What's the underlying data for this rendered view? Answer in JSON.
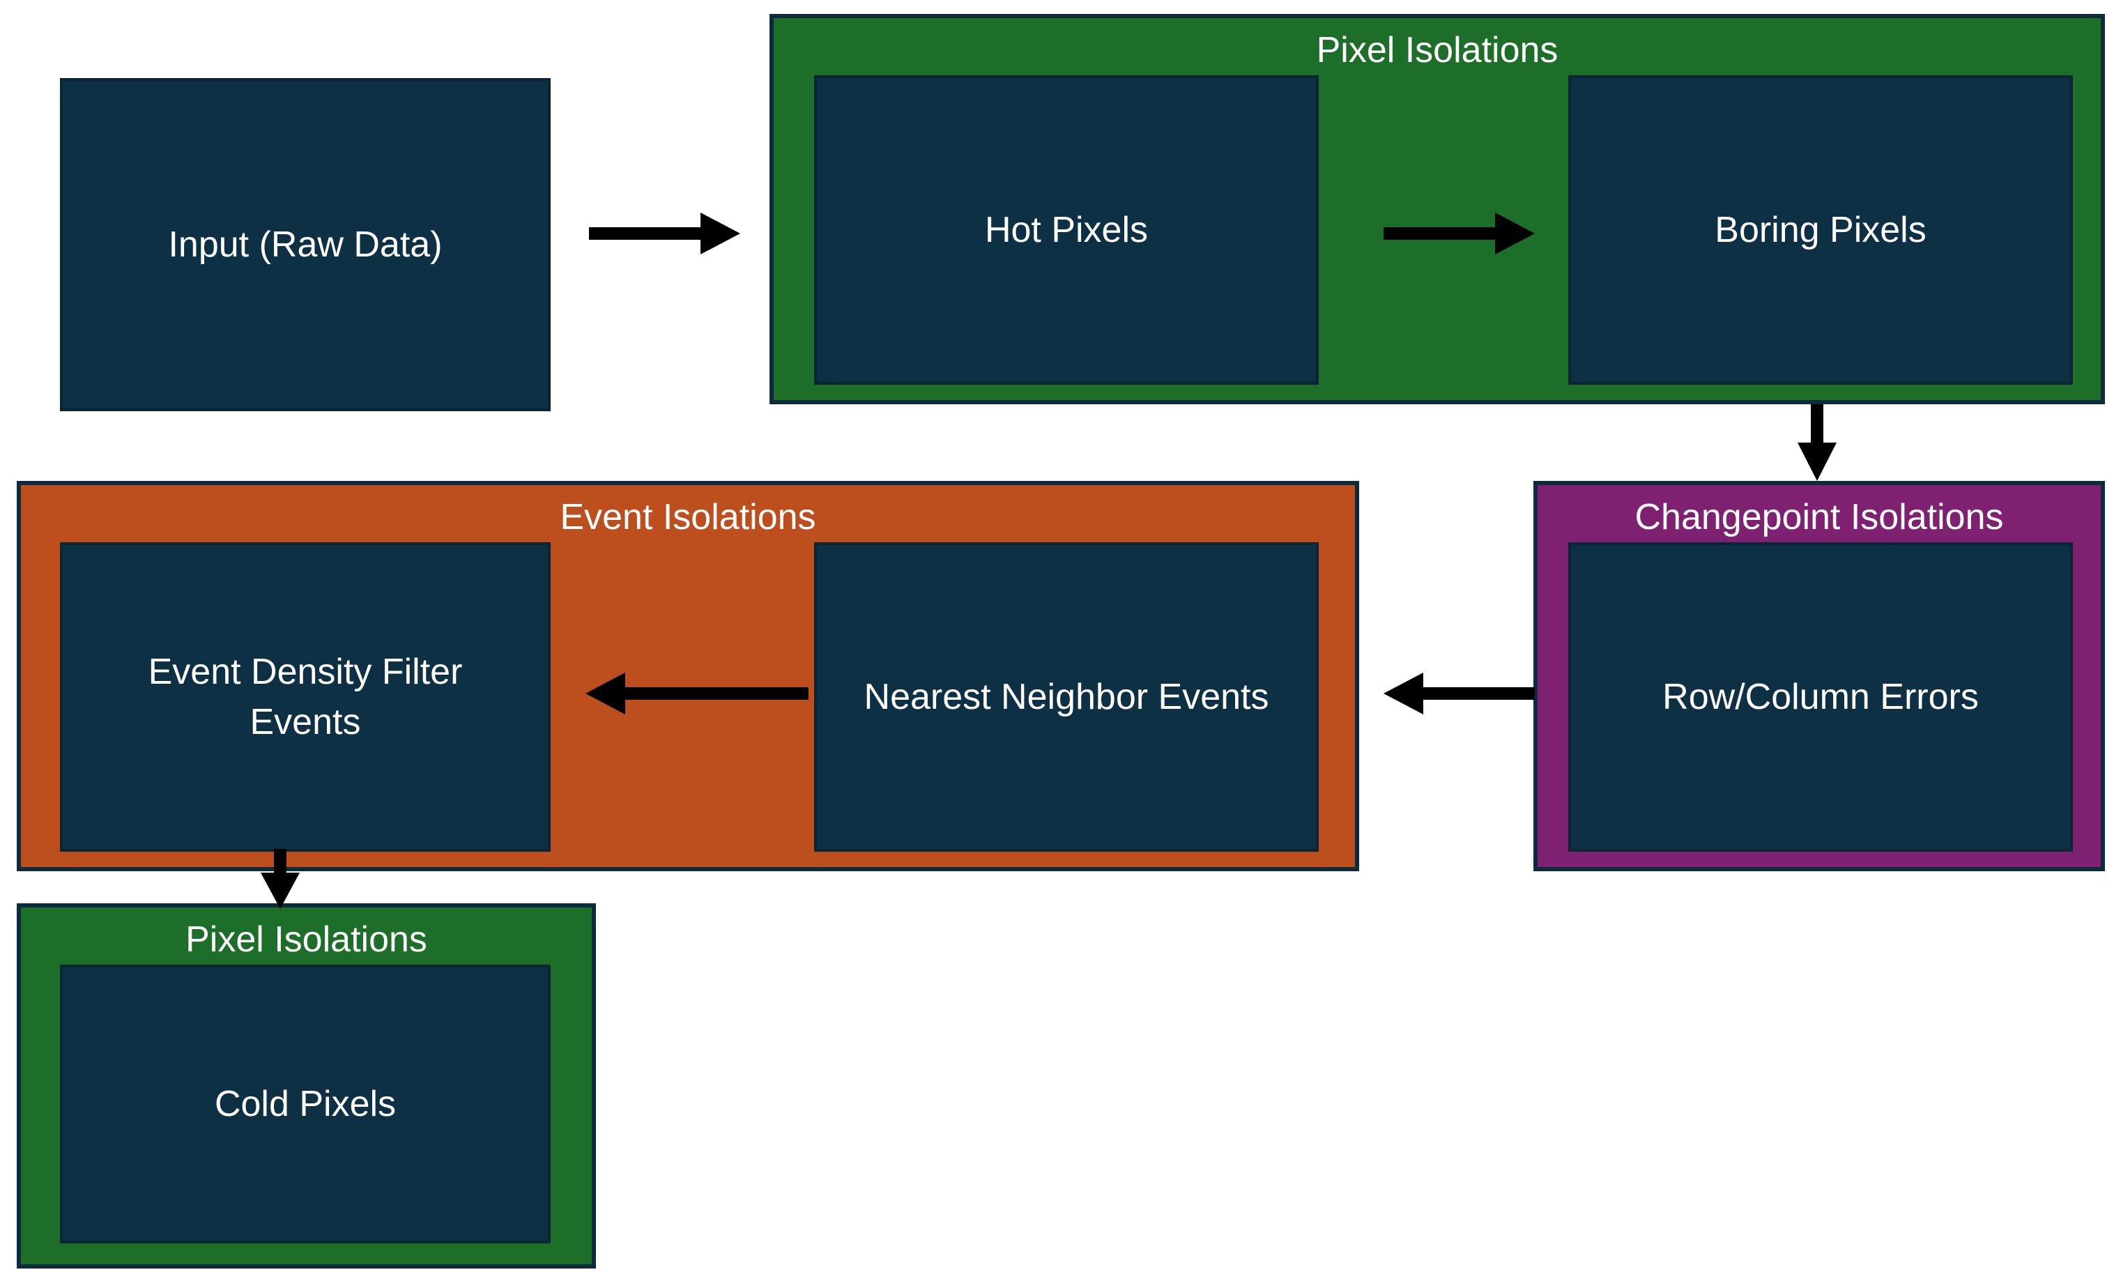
{
  "theme": {
    "background": "#ffffff",
    "group_green": "#1c6e28",
    "group_orange": "#bd4f1e",
    "group_purple": "#7d2170",
    "node_fill": "#0e3044",
    "node_border": "#0a2634",
    "group_border": "#0d2b3d",
    "arrow": "#000000",
    "text": "#ffffff"
  },
  "groups": {
    "pixel_isolations_top": {
      "title": "Pixel Isolations"
    },
    "changepoint_isolations": {
      "title": "Changepoint Isolations"
    },
    "event_isolations": {
      "title": "Event Isolations"
    },
    "pixel_isolations_bottom": {
      "title": "Pixel Isolations"
    }
  },
  "nodes": {
    "input": {
      "label": "Input (Raw Data)"
    },
    "hot_pixels": {
      "label": "Hot Pixels"
    },
    "boring_pixels": {
      "label": "Boring Pixels"
    },
    "row_column_errors": {
      "label": "Row/Column Errors"
    },
    "nearest_neighbor_events": {
      "label": "Nearest Neighbor Events"
    },
    "event_density_filter_events": {
      "label": "Event Density Filter Events"
    },
    "cold_pixels": {
      "label": "Cold Pixels"
    }
  }
}
